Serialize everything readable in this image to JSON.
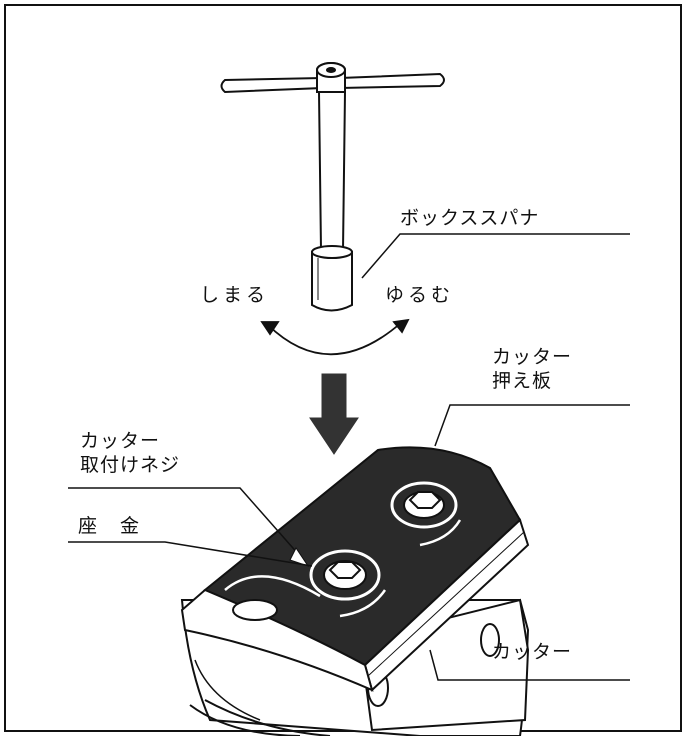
{
  "labels": {
    "box_spanner": "ボックススパナ",
    "tighten": "しまる",
    "loosen": "ゆるむ",
    "cutter_plate_line1": "カッター",
    "cutter_plate_line2": "押え板",
    "mounting_screw_line1": "カッター",
    "mounting_screw_line2": "取付けネジ",
    "washer": "座　金",
    "cutter": "カッター"
  },
  "colors": {
    "ink": "#111111",
    "plate": "#2a2a2a",
    "paper": "#ffffff",
    "arrow": "#333333"
  }
}
